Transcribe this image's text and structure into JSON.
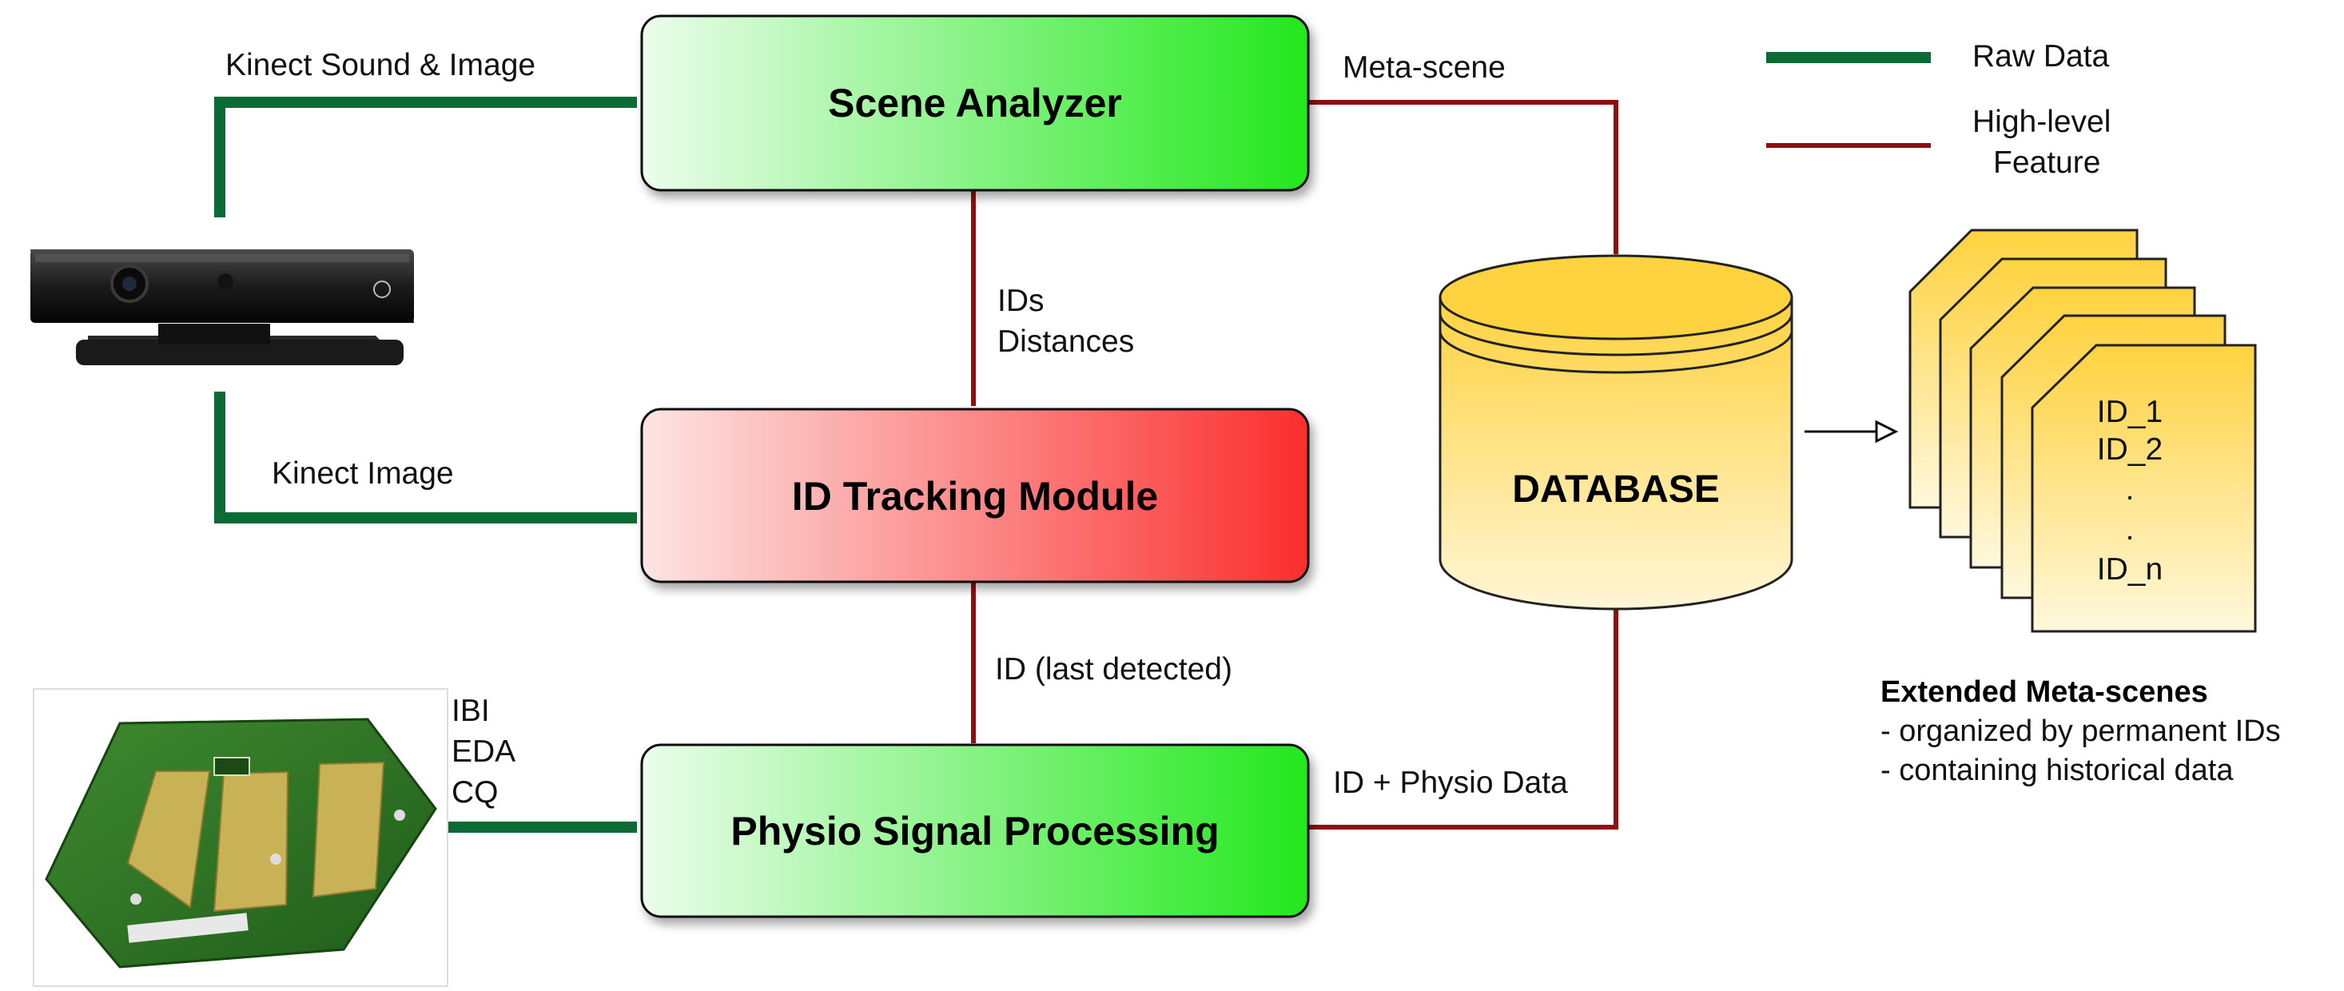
{
  "colors": {
    "raw": "#0b6b34",
    "feature": "#8e0f0f",
    "green_light": "#ecfdec",
    "green_dark": "#22e81c",
    "red_light": "#fde4e4",
    "red_dark": "#fb2e2e",
    "db_top": "#ffd23f",
    "db_bottom": "#fff6d6"
  },
  "legend": {
    "raw_label": "Raw Data",
    "feature_line1": "High-level",
    "feature_line2": "Feature"
  },
  "boxes": {
    "scene_analyzer": "Scene Analyzer",
    "id_tracking": "ID Tracking Module",
    "physio": "Physio Signal Processing"
  },
  "database": {
    "label": "DATABASE"
  },
  "edges": {
    "kinect_sound_image": "Kinect Sound & Image",
    "kinect_image": "Kinect Image",
    "meta_scene": "Meta-scene",
    "ids": "IDs",
    "distances": "Distances",
    "id_last_detected": "ID (last detected)",
    "ibi": "IBI",
    "eda": "EDA",
    "cq": "CQ",
    "id_physio_data": "ID + Physio Data"
  },
  "meta_pages": {
    "lines": [
      "ID_1",
      "ID_2",
      ".",
      ".",
      "ID_n"
    ]
  },
  "extended": {
    "title": "Extended Meta-scenes",
    "line1": "- organized by permanent IDs",
    "line2": "- containing historical data"
  },
  "icons": {
    "camera": "kinect-sensor-icon",
    "sensor": "physio-sensor-board-icon"
  }
}
